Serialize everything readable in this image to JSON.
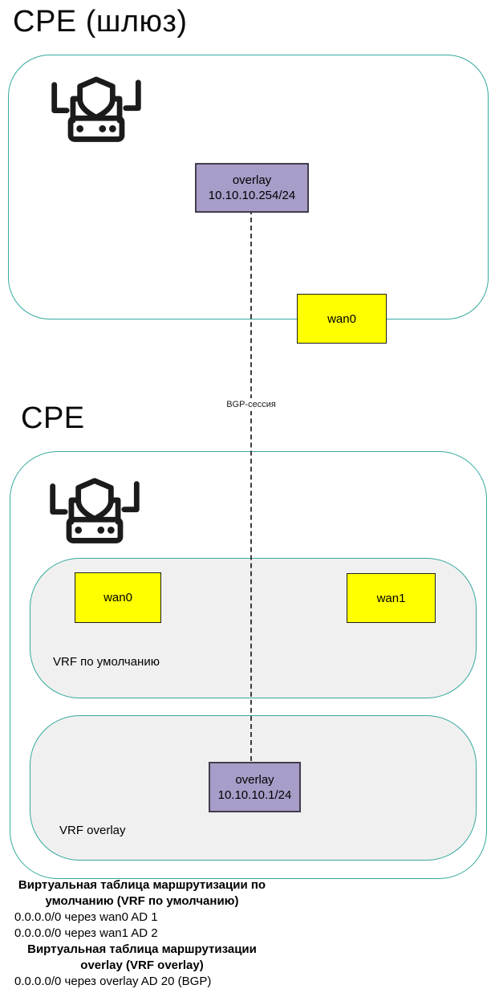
{
  "colors": {
    "zone_border": "#35a99f",
    "vrf_fill": "#f0f0f0",
    "overlay_fill": "#a89cc8",
    "wan_fill": "#ffff00",
    "dash_line": "#3d3d3d",
    "text": "#000000"
  },
  "gateway_section": {
    "title": "CPE (шлюз)",
    "router_icon": "router-with-shield",
    "overlay_interface": {
      "name": "overlay",
      "ip": "10.10.10.254/24"
    },
    "wan_interface": {
      "label": "wan0"
    }
  },
  "bgp_link": {
    "label": "BGP-сессия"
  },
  "cpe_section": {
    "title": "CPE",
    "router_icon": "router-with-shield",
    "vrf_default": {
      "label": "VRF по умолчанию",
      "interfaces": [
        "wan0",
        "wan1"
      ]
    },
    "vrf_overlay": {
      "label": "VRF overlay",
      "overlay_interface": {
        "name": "overlay",
        "ip": "10.10.10.1/24"
      }
    }
  },
  "routing_tables": {
    "default_table": {
      "heading": "Виртуальная таблица маршрутизации по умолчанию (VRF по умолчанию)",
      "routes": [
        "0.0.0.0/0 через wan0 AD 1",
        "0.0.0.0/0 через wan1 AD 2"
      ]
    },
    "overlay_table": {
      "heading": "Виртуальная таблица маршрутизации overlay (VRF overlay)",
      "routes": [
        "0.0.0.0/0 через overlay AD 20 (BGP)"
      ]
    }
  }
}
